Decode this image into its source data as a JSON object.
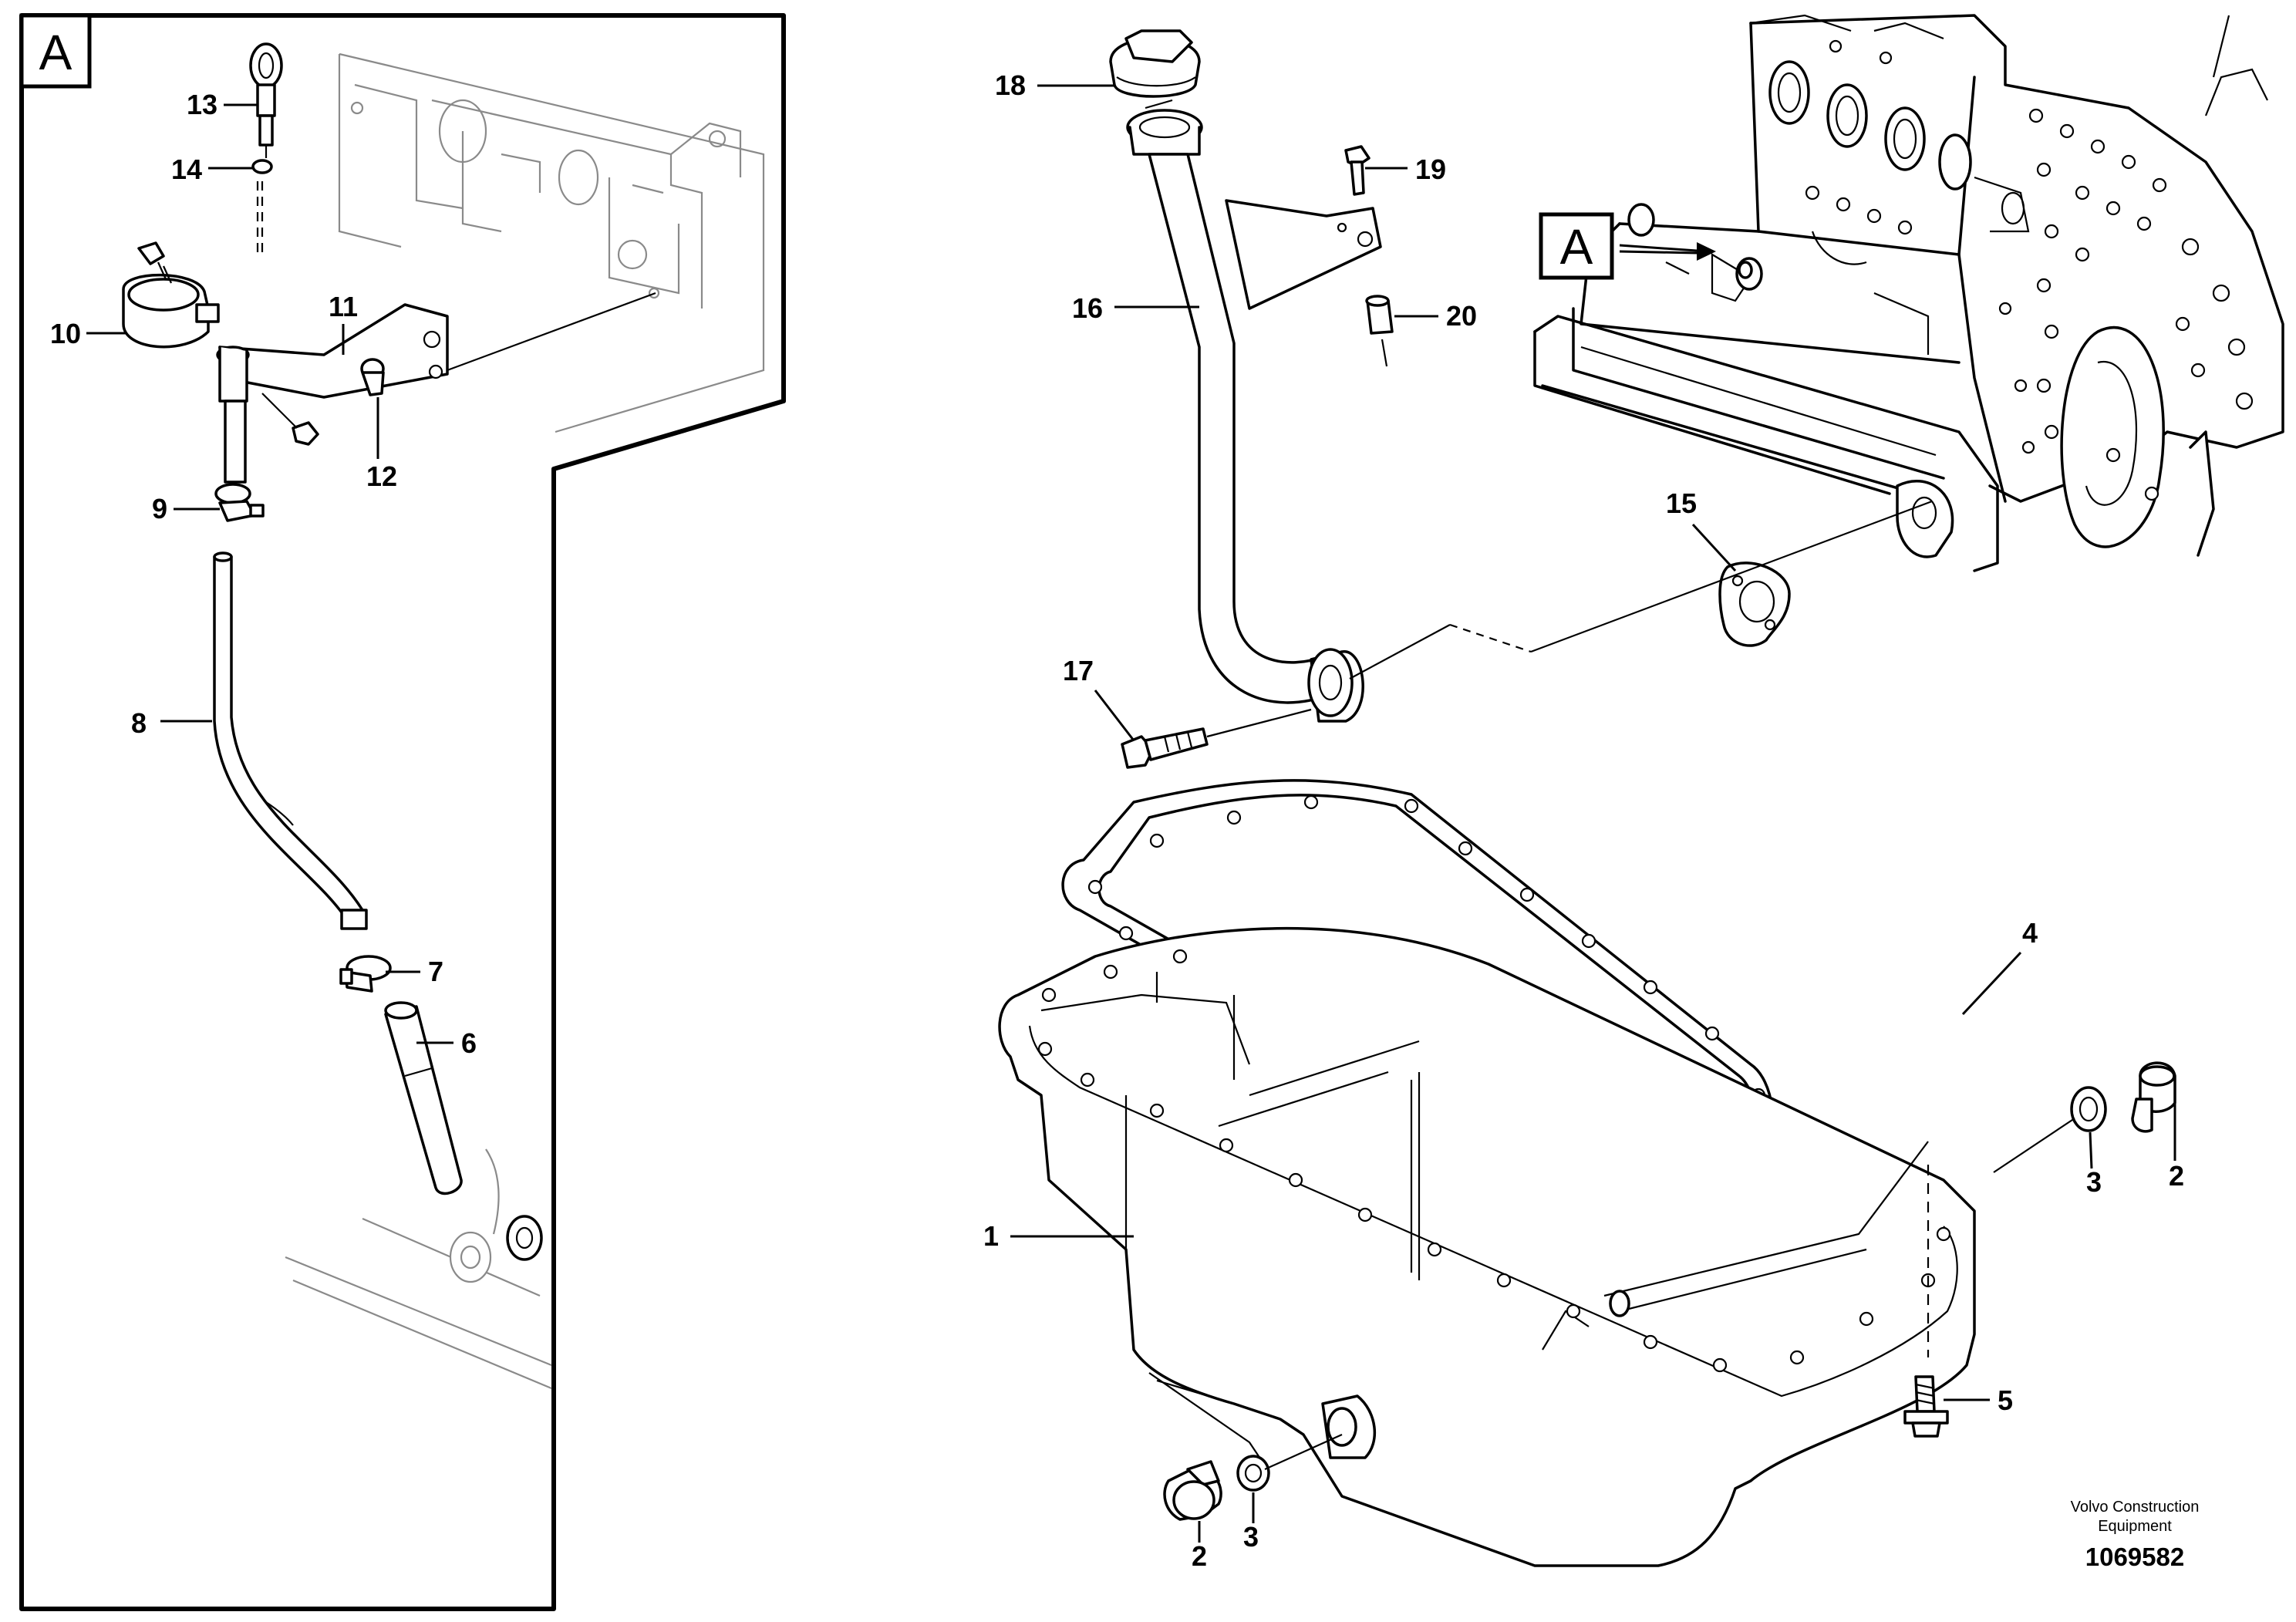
{
  "detail_label": "A",
  "view_marker": "A",
  "callouts": [
    {
      "id": "c13",
      "text": "13"
    },
    {
      "id": "c14",
      "text": "14"
    },
    {
      "id": "c11",
      "text": "11"
    },
    {
      "id": "c10",
      "text": "10"
    },
    {
      "id": "c12",
      "text": "12"
    },
    {
      "id": "c9",
      "text": "9"
    },
    {
      "id": "c8",
      "text": "8"
    },
    {
      "id": "c7",
      "text": "7"
    },
    {
      "id": "c6",
      "text": "6"
    },
    {
      "id": "c18",
      "text": "18"
    },
    {
      "id": "c19",
      "text": "19"
    },
    {
      "id": "c16",
      "text": "16"
    },
    {
      "id": "c20",
      "text": "20"
    },
    {
      "id": "c15",
      "text": "15"
    },
    {
      "id": "c17",
      "text": "17"
    },
    {
      "id": "c4",
      "text": "4"
    },
    {
      "id": "c2a",
      "text": "2"
    },
    {
      "id": "c3a",
      "text": "3"
    },
    {
      "id": "c1",
      "text": "1"
    },
    {
      "id": "c5",
      "text": "5"
    },
    {
      "id": "c2b",
      "text": "2"
    },
    {
      "id": "c3b",
      "text": "3"
    }
  ],
  "credit": {
    "line1": "Volvo Construction",
    "line2": "Equipment",
    "doc_number": "1069582"
  }
}
